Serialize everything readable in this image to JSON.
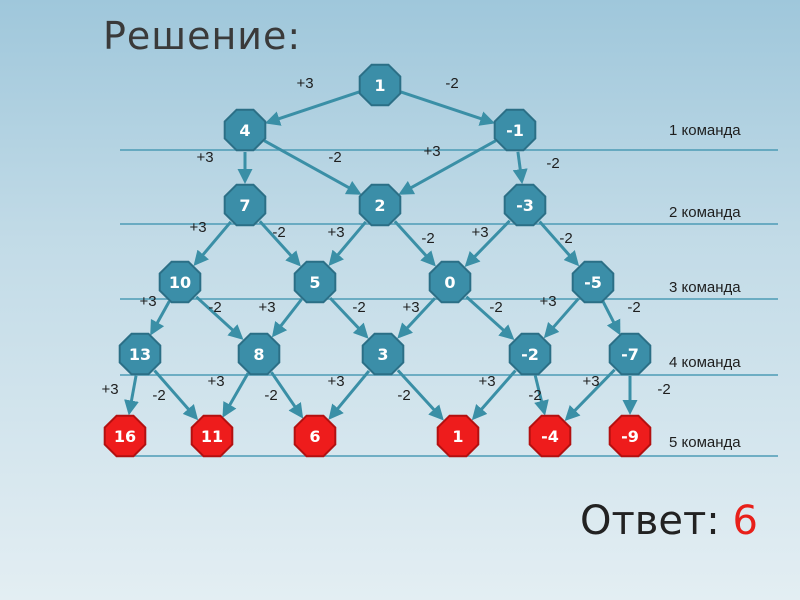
{
  "title": "Решение:",
  "answer": {
    "label": "Ответ:",
    "value": "6"
  },
  "colors": {
    "node": "#3b8ea8",
    "node_stroke": "#2b6f86",
    "final_node": "#ee1c1c",
    "edge": "#3a8fa6",
    "line": "#4d9bb5"
  },
  "levels": [
    "1 команда",
    "2 команда",
    "3 команда",
    "4 команда",
    "5 команда"
  ],
  "nodes": [
    {
      "id": "n0",
      "value": "1",
      "final": false
    },
    {
      "id": "n1a",
      "value": "4",
      "final": false
    },
    {
      "id": "n1b",
      "value": "-1",
      "final": false
    },
    {
      "id": "n2a",
      "value": "7",
      "final": false
    },
    {
      "id": "n2b",
      "value": "2",
      "final": false
    },
    {
      "id": "n2c",
      "value": "-3",
      "final": false
    },
    {
      "id": "n3a",
      "value": "10",
      "final": false
    },
    {
      "id": "n3b",
      "value": "5",
      "final": false
    },
    {
      "id": "n3c",
      "value": "0",
      "final": false
    },
    {
      "id": "n3d",
      "value": "-5",
      "final": false
    },
    {
      "id": "n4a",
      "value": "13",
      "final": false
    },
    {
      "id": "n4b",
      "value": "8",
      "final": false
    },
    {
      "id": "n4c",
      "value": "3",
      "final": false
    },
    {
      "id": "n4d",
      "value": "-2",
      "final": false
    },
    {
      "id": "n4e",
      "value": "-7",
      "final": false
    },
    {
      "id": "n5a",
      "value": "16",
      "final": true
    },
    {
      "id": "n5b",
      "value": "11",
      "final": true
    },
    {
      "id": "n5c",
      "value": "6",
      "final": true
    },
    {
      "id": "n5d",
      "value": "1",
      "final": true
    },
    {
      "id": "n5e",
      "value": "-4",
      "final": true
    },
    {
      "id": "n5f",
      "value": "-9",
      "final": true
    }
  ],
  "edges": [
    {
      "from": "n0",
      "to": "n1a",
      "op": "+3"
    },
    {
      "from": "n0",
      "to": "n1b",
      "op": "-2"
    },
    {
      "from": "n1a",
      "to": "n2a",
      "op": "+3"
    },
    {
      "from": "n1a",
      "to": "n2b",
      "op": "-2"
    },
    {
      "from": "n1b",
      "to": "n2b",
      "op": "+3"
    },
    {
      "from": "n1b",
      "to": "n2c",
      "op": "-2"
    },
    {
      "from": "n2a",
      "to": "n3a",
      "op": "+3"
    },
    {
      "from": "n2a",
      "to": "n3b",
      "op": "-2"
    },
    {
      "from": "n2b",
      "to": "n3b",
      "op": "+3"
    },
    {
      "from": "n2b",
      "to": "n3c",
      "op": "-2"
    },
    {
      "from": "n2c",
      "to": "n3c",
      "op": "+3"
    },
    {
      "from": "n2c",
      "to": "n3d",
      "op": "-2"
    },
    {
      "from": "n3a",
      "to": "n4a",
      "op": "+3"
    },
    {
      "from": "n3a",
      "to": "n4b",
      "op": "-2"
    },
    {
      "from": "n3b",
      "to": "n4b",
      "op": "+3"
    },
    {
      "from": "n3b",
      "to": "n4c",
      "op": "-2"
    },
    {
      "from": "n3c",
      "to": "n4c",
      "op": "+3"
    },
    {
      "from": "n3c",
      "to": "n4d",
      "op": "-2"
    },
    {
      "from": "n3d",
      "to": "n4d",
      "op": "+3"
    },
    {
      "from": "n3d",
      "to": "n4e",
      "op": "-2"
    },
    {
      "from": "n4a",
      "to": "n5a",
      "op": "+3"
    },
    {
      "from": "n4a",
      "to": "n5b",
      "op": "-2"
    },
    {
      "from": "n4b",
      "to": "n5b",
      "op": "+3"
    },
    {
      "from": "n4b",
      "to": "n5c",
      "op": "-2"
    },
    {
      "from": "n4c",
      "to": "n5c",
      "op": "+3"
    },
    {
      "from": "n4c",
      "to": "n5d",
      "op": "-2"
    },
    {
      "from": "n4d",
      "to": "n5d",
      "op": "+3"
    },
    {
      "from": "n4d",
      "to": "n5e",
      "op": "-2"
    },
    {
      "from": "n4e",
      "to": "n5e",
      "op": "+3"
    },
    {
      "from": "n4e",
      "to": "n5f",
      "op": "-2"
    }
  ]
}
